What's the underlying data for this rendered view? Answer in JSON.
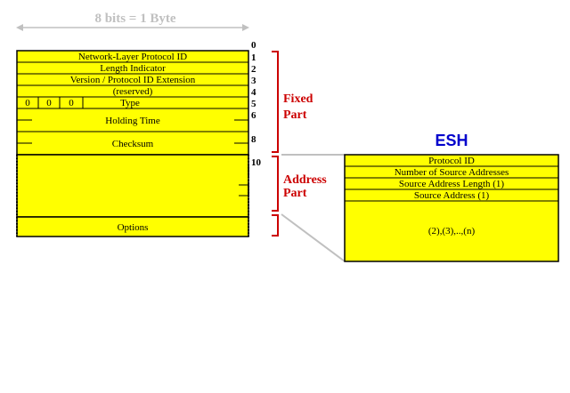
{
  "header": {
    "byte_label": "8 bits = 1 Byte"
  },
  "octets": [
    "0",
    "1",
    "2",
    "3",
    "4",
    "5",
    "6",
    "8",
    "10"
  ],
  "fixed_fields": {
    "protocol_id": "Network-Layer Protocol ID",
    "length": "Length Indicator",
    "version": "Version / Protocol ID Extension",
    "reserved": "(reserved)",
    "bit0a": "0",
    "bit0b": "0",
    "bit0c": "0",
    "type": "Type",
    "holding": "Holding Time",
    "checksum": "Checksum"
  },
  "options_label": "Options",
  "brackets": {
    "fixed": [
      "Fixed",
      "Part"
    ],
    "address": [
      "Address",
      "Part"
    ]
  },
  "esh": {
    "title": "ESH",
    "rows": [
      "Protocol ID",
      "Number of Source Addresses",
      "Source Address Length (1)",
      "Source Address (1)"
    ],
    "more": "(2),(3),..,(n)"
  },
  "colors": {
    "fill": "#ffff00",
    "bracket": "#cc0000",
    "title": "#0000cc",
    "muted": "#c0c0c0"
  }
}
